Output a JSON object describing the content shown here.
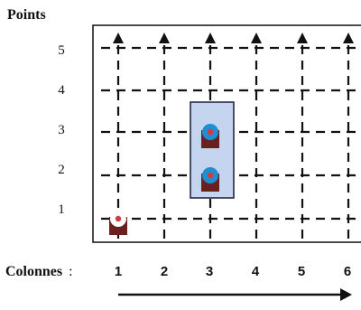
{
  "labels": {
    "y_axis_title": "Points",
    "x_axis_title": "Colonnes",
    "x_axis_separator": ":"
  },
  "rows": [
    "1",
    "2",
    "3",
    "4",
    "5"
  ],
  "columns": [
    "1",
    "2",
    "3",
    "4",
    "5",
    "6"
  ],
  "selection": {
    "column": "3",
    "rows_from": "2",
    "rows_to": "3",
    "fill": "#c5d5ef",
    "stroke": "#1b1b3a"
  },
  "pieces": [
    {
      "name": "white-target-piece",
      "column": "1",
      "row": "1",
      "ring": "#ffffff",
      "center": "#d23b3b",
      "base": "#6b2020"
    },
    {
      "name": "blue-target-piece-a",
      "column": "3",
      "row": "3",
      "ring": "#1f8fd1",
      "center": "#d23b3b",
      "base": "#6b2020"
    },
    {
      "name": "blue-target-piece-b",
      "column": "3",
      "row": "2",
      "ring": "#1f8fd1",
      "center": "#d23b3b",
      "base": "#6b2020"
    }
  ]
}
